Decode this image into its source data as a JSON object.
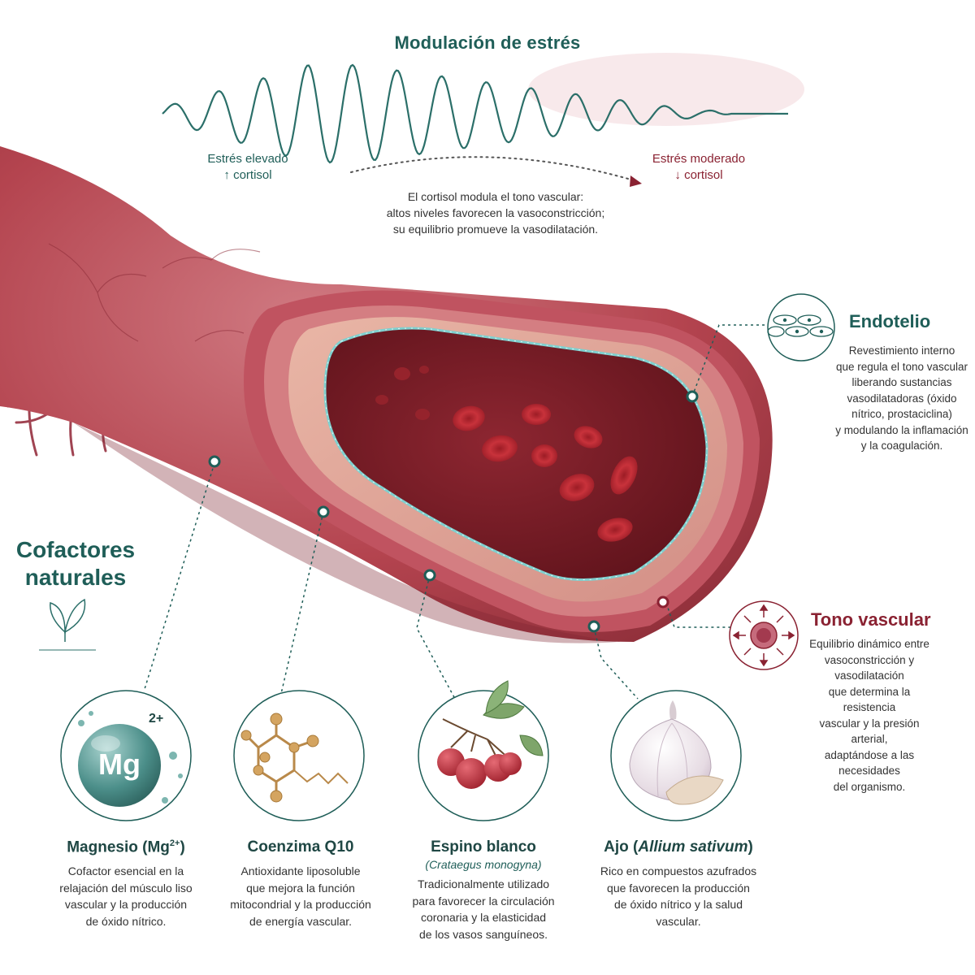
{
  "stress": {
    "title": "Modulación de estrés",
    "high": {
      "line1": "Estrés elevado",
      "line2": "↑ cortisol"
    },
    "moderate": {
      "line1": "Estrés moderado",
      "line2": "↓ cortisol"
    },
    "note": [
      "El cortisol modula el tono vascular:",
      "altos niveles favorecen la vasoconstricción;",
      "su equilibrio promueve la vasodilatación."
    ]
  },
  "endotelio": {
    "title": "Endotelio",
    "text": [
      "Revestimiento interno",
      "que regula el tono vascular",
      "liberando sustancias",
      "vasodilatadoras (óxido",
      "nítrico, prostaciclina)",
      "y modulando la inflamación",
      "y la coagulación."
    ]
  },
  "tono": {
    "title": "Tono vascular",
    "text": [
      "Equilibrio dinámico entre",
      "vasoconstricción y vasodilatación",
      "que determina la resistencia",
      "vascular y la presión arterial,",
      "adaptándose a las necesidades",
      "del organismo."
    ]
  },
  "cofactores": {
    "line1": "Cofactores",
    "line2": "naturales"
  },
  "cards": [
    {
      "title_main": "Magnesio (Mg",
      "title_sup": "2+",
      "title_end": ")",
      "symbol": "Mg",
      "charge": "2+",
      "text": [
        "Cofactor esencial en la",
        "relajación del músculo liso",
        "vascular y la producción",
        "de óxido nítrico."
      ]
    },
    {
      "title": "Coenzima Q10",
      "text": [
        "Antioxidante liposoluble",
        "que mejora la función",
        "mitocondrial y la producción",
        "de energía vascular."
      ]
    },
    {
      "title": "Espino blanco",
      "subtitle": "(Crataegus monogyna)",
      "text": [
        "Tradicionalmente utilizado",
        "para favorecer la circulación",
        "coronaria y la elasticidad",
        "de los vasos sanguíneos."
      ]
    },
    {
      "title_main": "Ajo (",
      "title_italic": "Allium sativum",
      "title_end": ")",
      "text": [
        "Rico en compuestos azufrados",
        "que favorecen la producción",
        "de óxido nítrico y la salud",
        "vascular."
      ]
    }
  ],
  "colors": {
    "teal": "#1f5e58",
    "wine": "#8a2232",
    "vessel": "#b9505c",
    "lumen": "#7a1c25"
  },
  "icons": [
    "endothelium-cells-icon",
    "vascular-tone-icon",
    "leaf-icon",
    "magnesium-ion-icon",
    "molecule-icon",
    "hawthorn-berries-icon",
    "garlic-icon"
  ]
}
